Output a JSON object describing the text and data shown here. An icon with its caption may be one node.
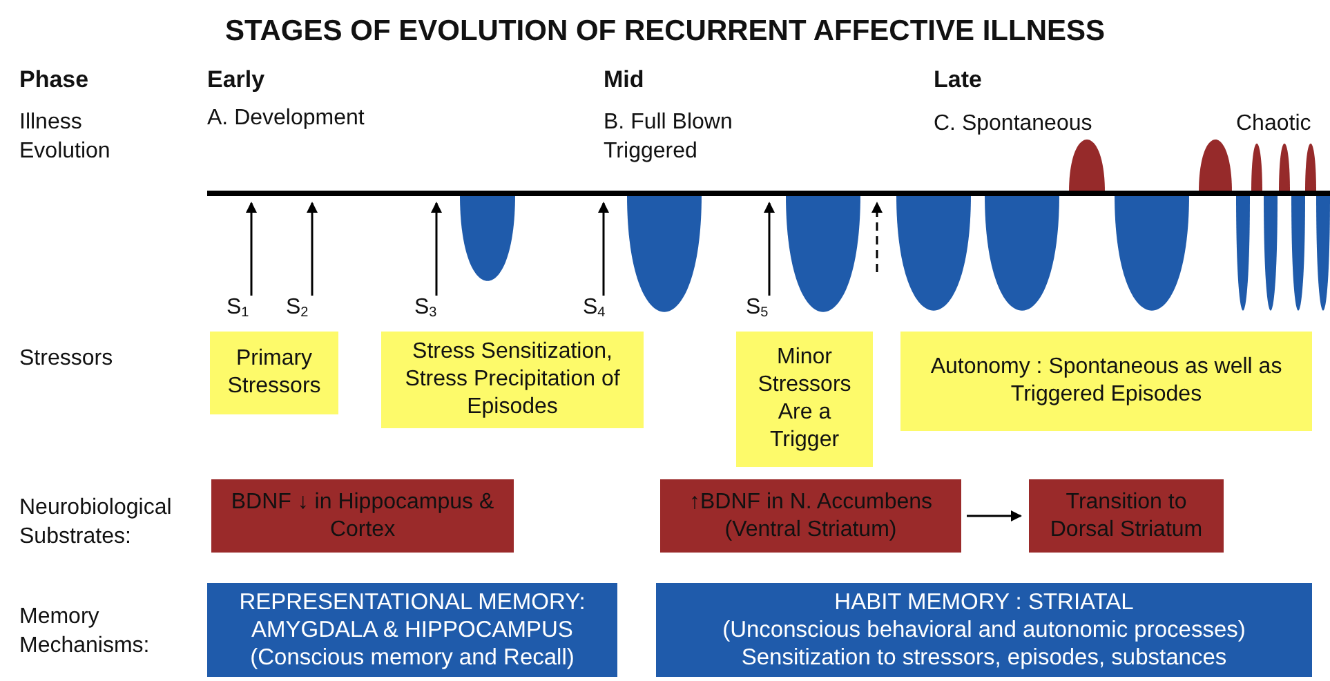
{
  "diagram": {
    "title": "STAGES OF EVOLUTION OF RECURRENT AFFECTIVE ILLNESS",
    "nodes": [
      {
        "text": [],
        "shape": "bar"
      },
      {
        "text": [
          "S$_{1}$"
        ]
      },
      {
        "text": [
          "S$_{2}$"
        ]
      },
      {
        "text": [
          "S$_{3}$"
        ]
      },
      {
        "text": [
          "S$_{4}$"
        ]
      },
      {
        "text": [
          "S$_{5}$"
        ]
      },
      {
        "text": [
          "Primary Stressors"
        ]
      },
      {
        "text": [
          "Stress Sensitization, Stress Precipitation of Episodes"
        ]
      },
      {
        "text": [
          "Minor Stressors Are a Trigger"
        ]
      },
      {
        "text": [
          "Autonomy : Spontaneous as well as Triggered Episodes"
        ]
      },
      {
        "text": [
          "BDNF ↓ in Hippocampus & Cortex"
        ]
      },
      {
        "text": [
          "↑BDNF in N. Accumbens (Ventral Striatum)"
        ]
      },
      {
        "text": [
          "Transition to Dorsal Striatum"
        ]
      },
      {
        "text": [
          "REPRESENTATIONAL MEMORY: AMYGDALA & HIPPOCAMPUS",
          "(Conscious memory and Recall)"
        ]
      },
      {
        "text": [
          "HABIT MEMORY : STRIATAL",
          "(Unconscious behavioral and autonomic processes) Sensitization to stressors, episodes, substances"
        ]
      }
    ],
    "edges": [
      {
        "from": 1,
        "to": 0,
        "arrow": "to"
      },
      {
        "from": 2,
        "to": 0,
        "arrow": "to"
      },
      {
        "from": 3,
        "to": 0,
        "arrow": "to"
      },
      {
        "from": 4,
        "to": 0,
        "arrow": "to"
      },
      {
        "from": 5,
        "to": 0,
        "arrow": "to"
      },
      {
        "from": null,
        "to": 0,
        "arrow": "to",
        "style": "dashed"
      },
      {
        "from": 11,
        "to": 12,
        "arrow": "to"
      }
    ],
    "labels": [
      "Phase",
      "Early",
      "Mid",
      "Late",
      "Illness Evolution",
      "A. Development",
      "B. Full Blown Triggered",
      "C. Spontaneous",
      "Chaotic",
      "Stressors",
      "Neurobiological Substrates:",
      "Memory Mechanisms:"
    ]
  }
}
